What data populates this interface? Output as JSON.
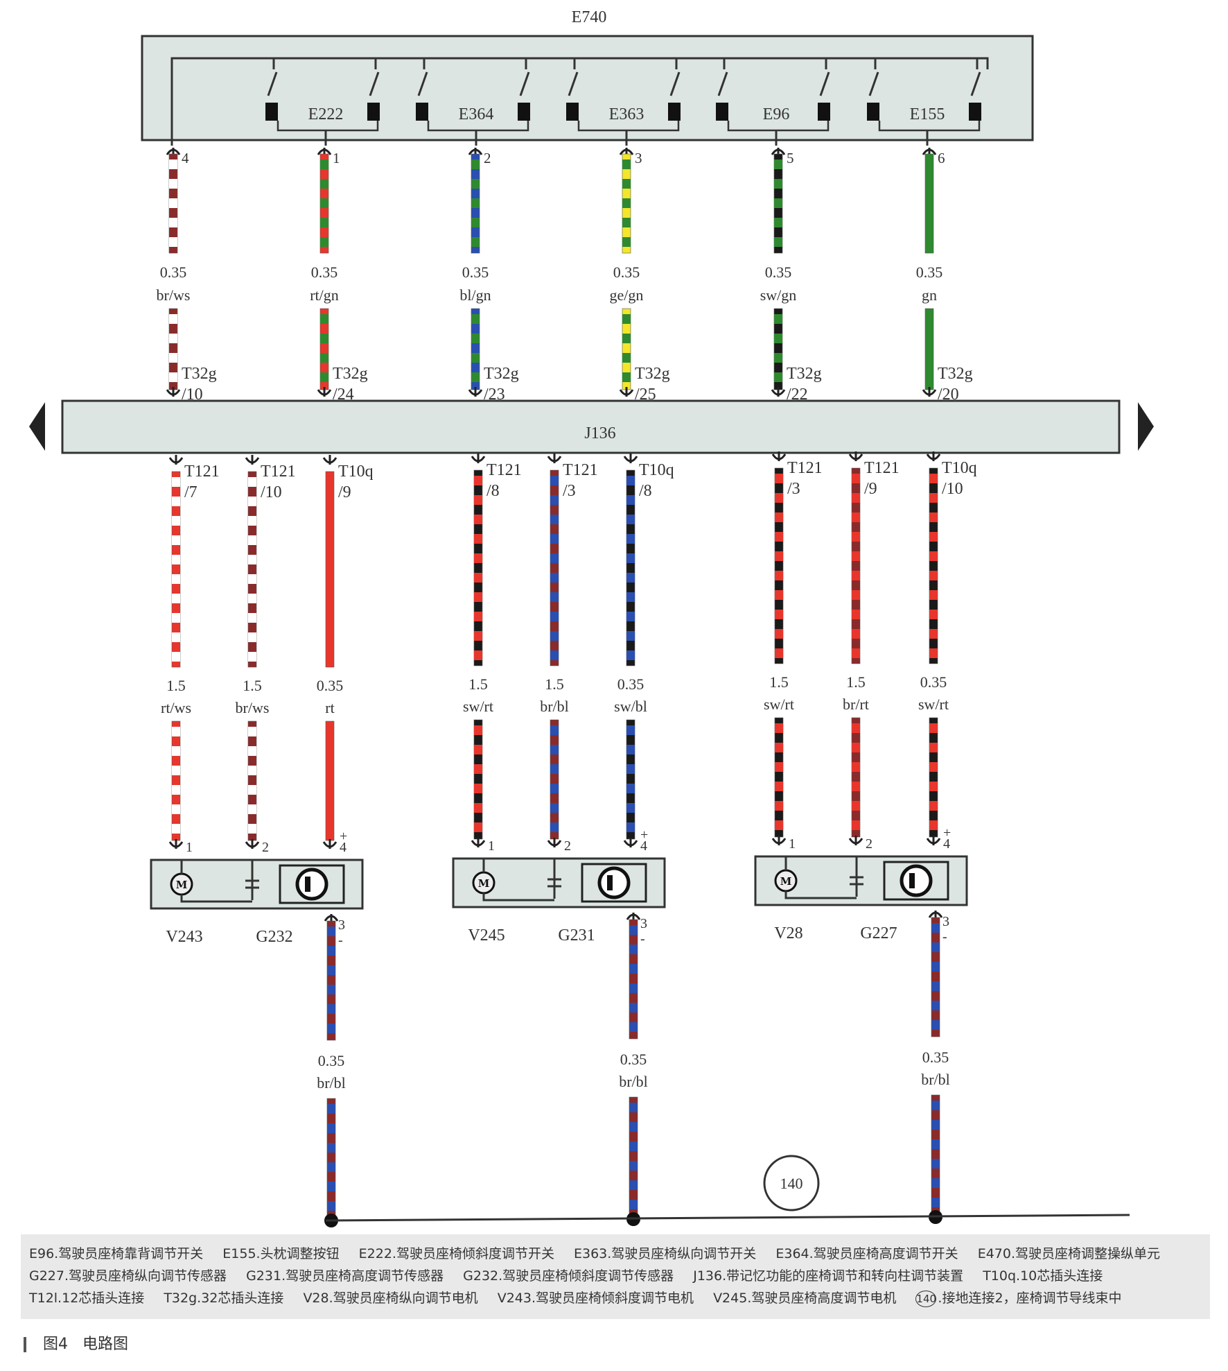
{
  "module_top": "E740",
  "module_main": "J136",
  "switches": [
    "E222",
    "E364",
    "E363",
    "E96",
    "E155"
  ],
  "top_wires": [
    {
      "pin": "4",
      "gauge": "0.35",
      "color": "br/ws",
      "conn": "T32g",
      "conn_pin": "/10"
    },
    {
      "pin": "1",
      "gauge": "0.35",
      "color": "rt/gn",
      "conn": "T32g",
      "conn_pin": "/24"
    },
    {
      "pin": "2",
      "gauge": "0.35",
      "color": "bl/gn",
      "conn": "T32g",
      "conn_pin": "/23"
    },
    {
      "pin": "3",
      "gauge": "0.35",
      "color": "ge/gn",
      "conn": "T32g",
      "conn_pin": "/25"
    },
    {
      "pin": "5",
      "gauge": "0.35",
      "color": "sw/gn",
      "conn": "T32g",
      "conn_pin": "/22"
    },
    {
      "pin": "6",
      "gauge": "0.35",
      "color": "gn",
      "conn": "T32g",
      "conn_pin": "/20"
    }
  ],
  "bottom_wires": [
    {
      "conn": "T121",
      "conn_pin": "/7",
      "gauge": "1.5",
      "color": "rt/ws",
      "pin": "1",
      "sign": ""
    },
    {
      "conn": "T121",
      "conn_pin": "/10",
      "gauge": "1.5",
      "color": "br/ws",
      "pin": "2",
      "sign": ""
    },
    {
      "conn": "T10q",
      "conn_pin": "/9",
      "gauge": "0.35",
      "color": "rt",
      "pin": "4",
      "sign": "+"
    },
    {
      "conn": "T121",
      "conn_pin": "/8",
      "gauge": "1.5",
      "color": "sw/rt",
      "pin": "1",
      "sign": ""
    },
    {
      "conn": "T121",
      "conn_pin": "/3",
      "gauge": "1.5",
      "color": "br/bl",
      "pin": "2",
      "sign": ""
    },
    {
      "conn": "T10q",
      "conn_pin": "/8",
      "gauge": "0.35",
      "color": "sw/bl",
      "pin": "4",
      "sign": "+"
    },
    {
      "conn": "T121",
      "conn_pin": "/3",
      "gauge": "1.5",
      "color": "sw/rt",
      "pin": "1",
      "sign": ""
    },
    {
      "conn": "T121",
      "conn_pin": "/9",
      "gauge": "1.5",
      "color": "br/rt",
      "pin": "2",
      "sign": ""
    },
    {
      "conn": "T10q",
      "conn_pin": "/10",
      "gauge": "0.35",
      "color": "sw/rt",
      "pin": "4",
      "sign": "+"
    }
  ],
  "units": [
    {
      "motor": "V243",
      "sensor": "G232",
      "m_symbol": "M"
    },
    {
      "motor": "V245",
      "sensor": "G231",
      "m_symbol": "M"
    },
    {
      "motor": "V28",
      "sensor": "G227",
      "m_symbol": "M"
    }
  ],
  "ground_wires": [
    {
      "pin": "3",
      "sign": "-",
      "gauge": "0.35",
      "color": "br/bl"
    },
    {
      "pin": "3",
      "sign": "-",
      "gauge": "0.35",
      "color": "br/bl"
    },
    {
      "pin": "3",
      "sign": "-",
      "gauge": "0.35",
      "color": "br/bl"
    }
  ],
  "ground_point": "140",
  "wire_colors": {
    "br": "#8b2a2a",
    "ws": "#ffffff",
    "rt": "#e8362c",
    "gn": "#2f8a2f",
    "bl": "#2a4fb0",
    "ge": "#f4e62a",
    "sw": "#1a1a1a"
  },
  "legend": {
    "items": [
      "E96.驾驶员座椅靠背调节开关",
      "E155.头枕调整按钮",
      "E222.驾驶员座椅倾斜度调节开关",
      "E363.驾驶员座椅纵向调节开关",
      "E364.驾驶员座椅高度调节开关",
      "E470.驾驶员座椅调整操纵单元",
      "G227.驾驶员座椅纵向调节传感器",
      "G231.驾驶员座椅高度调节传感器",
      "G232.驾驶员座椅倾斜度调节传感器",
      "J136.带记忆功能的座椅调节和转向柱调节装置",
      "T10q.10芯插头连接",
      "T12l.12芯插头连接",
      "T32g.32芯插头连接",
      "V28.驾驶员座椅纵向调节电机",
      "V243.驾驶员座椅倾斜度调节电机",
      "V245.驾驶员座椅高度调节电机"
    ],
    "ground_number": "140",
    "ground_text": ".接地连接2，座椅调节导线束中"
  },
  "caption": {
    "label": "图4",
    "title": "电路图"
  }
}
